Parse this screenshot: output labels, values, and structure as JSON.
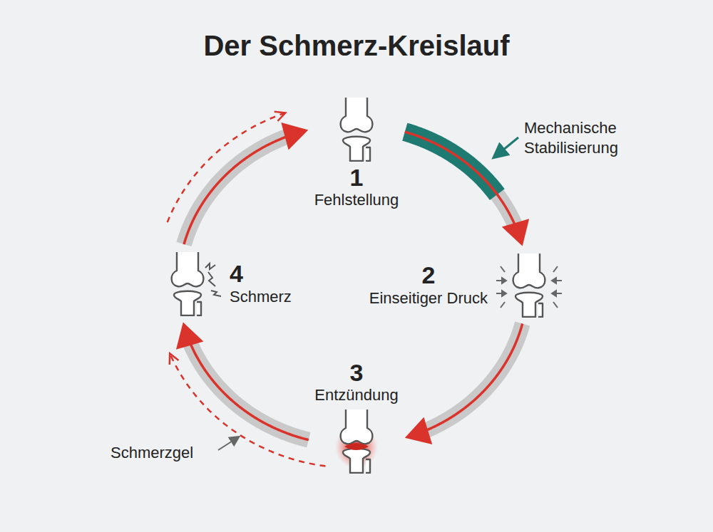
{
  "diagram": {
    "title": "Der Schmerz-Kreislauf",
    "nodes": [
      {
        "text": [
          "1",
          "Fehlstellung"
        ]
      },
      {
        "text": [
          "2",
          "Einseitiger Druck"
        ]
      },
      {
        "text": [
          "3",
          "Entzündung"
        ]
      },
      {
        "text": [
          "4",
          "Schmerz"
        ]
      }
    ],
    "edges": [
      {
        "from": 0,
        "to": 1,
        "arrow": "to"
      },
      {
        "from": 1,
        "to": 2,
        "arrow": "to"
      },
      {
        "from": 2,
        "to": 3,
        "arrow": "to"
      },
      {
        "from": 3,
        "to": 0,
        "arrow": "to"
      }
    ],
    "labels": [
      "Mechanische Stabilisierung",
      "Schmerzgel"
    ]
  }
}
